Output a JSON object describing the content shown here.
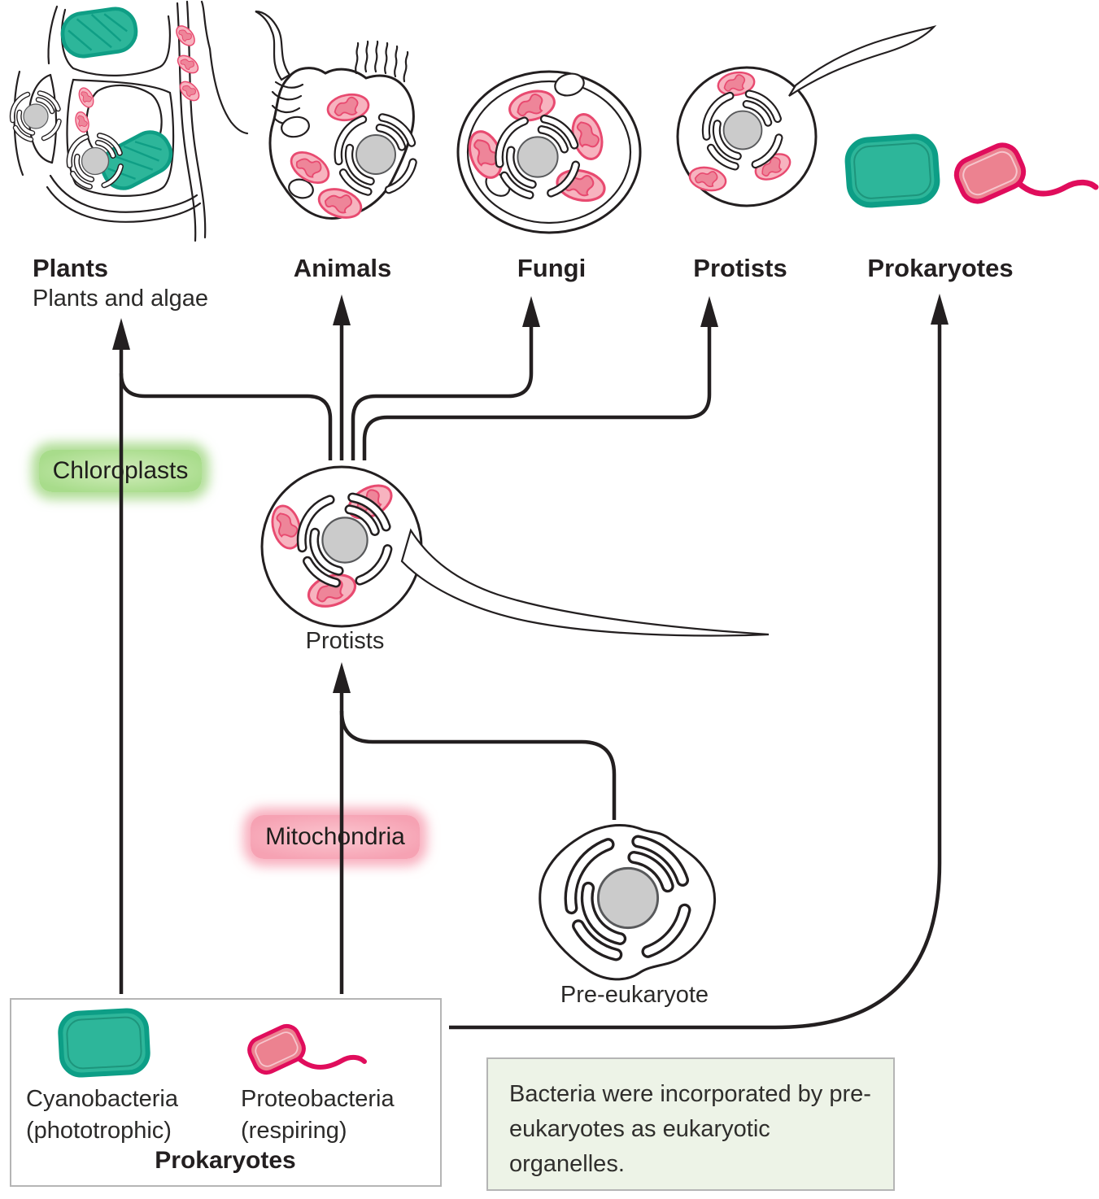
{
  "top_row": {
    "plants": {
      "label": "Plants",
      "sublabel": "Plants and algae"
    },
    "animals": {
      "label": "Animals"
    },
    "fungi": {
      "label": "Fungi"
    },
    "protists": {
      "label": "Protists"
    },
    "prokaryotes": {
      "label": "Prokaryotes"
    }
  },
  "annotations": {
    "chloroplasts": "Chloroplasts",
    "mitochondria": "Mitochondria"
  },
  "middle": {
    "protist_label": "Protists",
    "pre_eukaryote_label": "Pre-eukaryote"
  },
  "prokaryote_box": {
    "cyanobacteria": "Cyanobacteria",
    "cyanobacteria_sub": "(phototrophic)",
    "proteobacteria": "Proteobacteria",
    "proteobacteria_sub": "(respiring)",
    "title": "Prokaryotes"
  },
  "callout": {
    "text": "Bacteria were incorporated by pre-eukaryotes as eukaryotic organelles."
  },
  "palette": {
    "teal_fill": "#2db69a",
    "teal_stroke": "#0d9e86",
    "proteo_fill": "#ec8290",
    "crimson": "#e00d5c",
    "mito_fill": "#f7b3bf",
    "mito_inner": "#ee8599",
    "mito_stroke": "#e84a70",
    "nucleus_fill": "#cbcbcb",
    "line": "#231f20",
    "chloroplast_glow": "#9ed680",
    "mitochondria_glow": "#f59cae",
    "callout_bg": "#edf3e7",
    "box_border": "#b5b5b5"
  }
}
